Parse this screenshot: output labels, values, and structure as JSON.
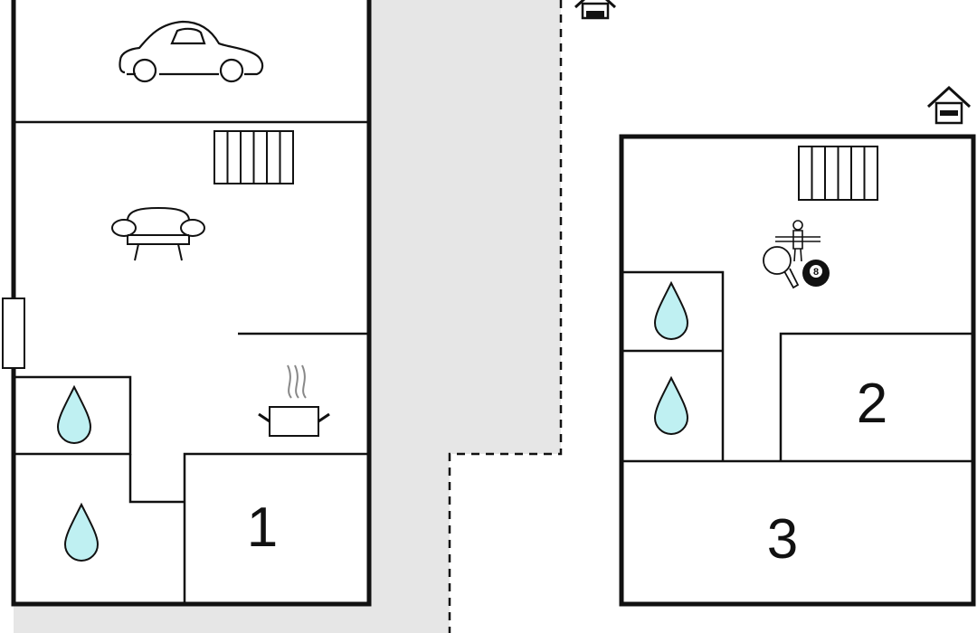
{
  "floor_plan": {
    "rooms": [
      {
        "id": "garage",
        "icon": "car-icon"
      },
      {
        "id": "living-room",
        "icons": [
          "radiator-icon",
          "sofa-icon"
        ]
      },
      {
        "id": "kitchen",
        "icon": "cooking-pot-icon"
      },
      {
        "id": "bathroom-1",
        "icon": "water-drop-icon"
      },
      {
        "id": "bathroom-2",
        "icon": "water-drop-icon"
      },
      {
        "id": "bedroom-1",
        "label": "1"
      },
      {
        "id": "activity-room",
        "icons": [
          "radiator-icon",
          "table-football-icon",
          "ping-pong-paddle-icon",
          "billiard-ball-icon"
        ]
      },
      {
        "id": "bathroom-3",
        "icon": "water-drop-icon"
      },
      {
        "id": "bathroom-4",
        "icon": "water-drop-icon"
      },
      {
        "id": "bedroom-2",
        "label": "2"
      },
      {
        "id": "bedroom-3",
        "label": "3"
      }
    ],
    "billiard_ball_number": "8",
    "entrance_icons": [
      "house-entrance-icon",
      "house-entrance-icon"
    ],
    "colors": {
      "wall": "#111111",
      "path_fill": "#e6e6e6",
      "water_drop": "#bff0f2",
      "background": "#ffffff"
    }
  }
}
